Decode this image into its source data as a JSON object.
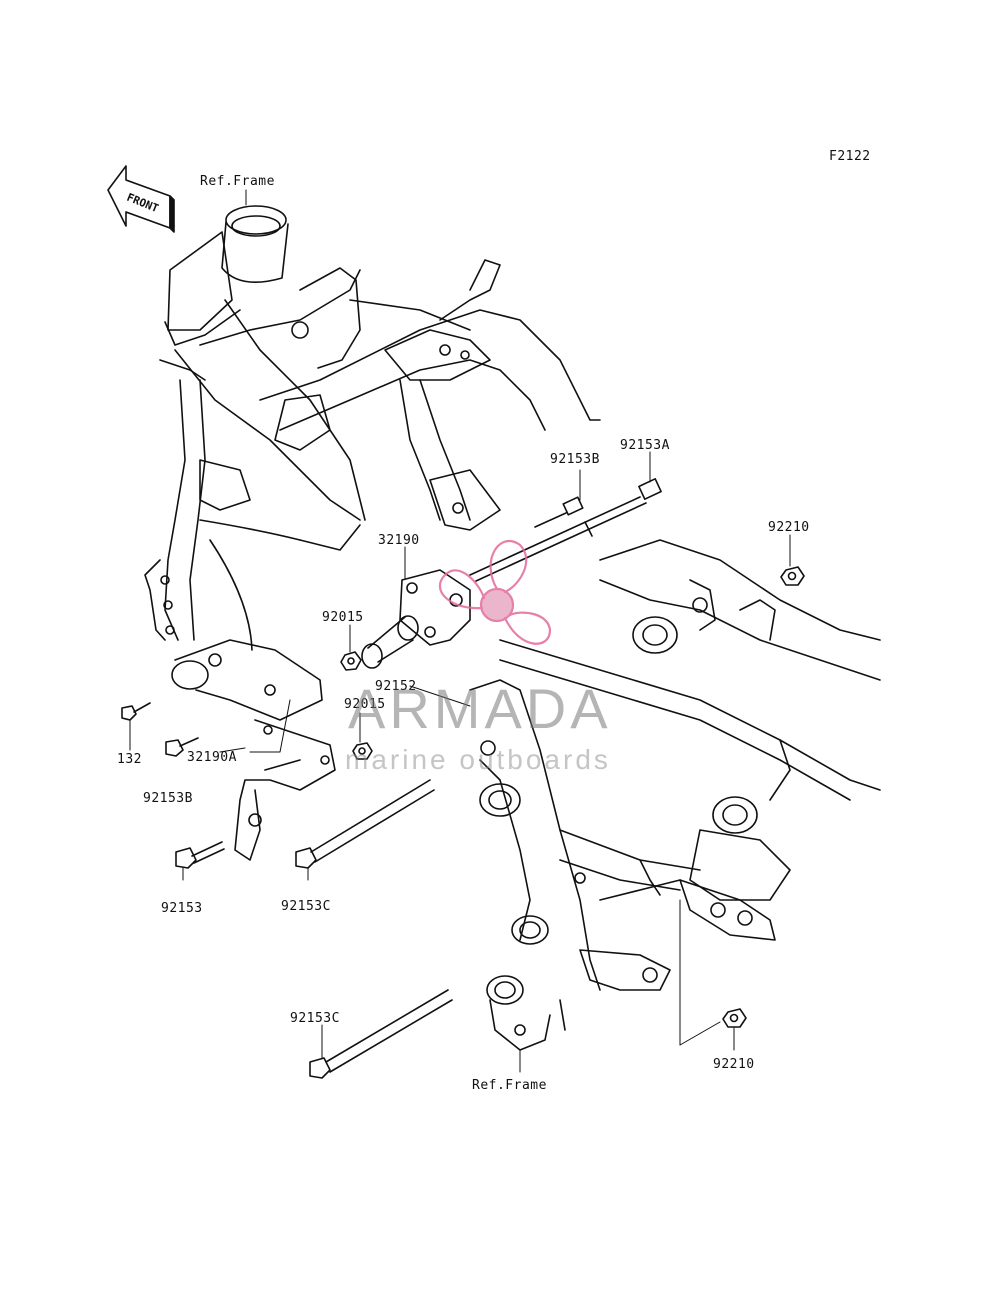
{
  "figure_code": "F2122",
  "watermark": {
    "brand": "ARMADA",
    "subtitle": "marine outboards",
    "logo_color": "#e36a9a"
  },
  "front_arrow": {
    "label": "FRONT"
  },
  "labels": {
    "ref_frame_top": "Ref.Frame",
    "ref_frame_bottom": "Ref.Frame",
    "p92153B_upper": "92153B",
    "p92153A": "92153A",
    "p92210_upper": "92210",
    "p32190": "32190",
    "p92015_upper": "92015",
    "p92152": "92152",
    "p92015_lower": "92015",
    "p132": "132",
    "p32190A": "32190A",
    "p92153B_lower": "92153B",
    "p92153": "92153",
    "p92153C_mid": "92153C",
    "p92153C_bottom": "92153C",
    "p92210_lower": "92210"
  },
  "colors": {
    "line": "#111111",
    "watermark_pink": "#e36a9a"
  }
}
